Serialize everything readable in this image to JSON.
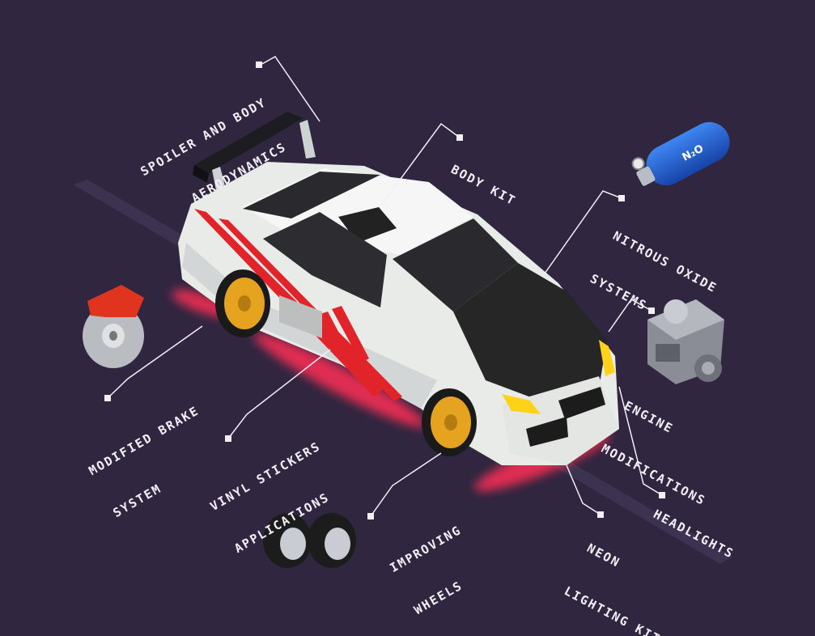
{
  "labels": {
    "spoiler": [
      "SPOILER AND BODY",
      "AERODYNAMICS"
    ],
    "body_kit": [
      "BODY KIT"
    ],
    "nitrous": [
      "NITROUS OXIDE",
      "SYSTEMS"
    ],
    "engine": [
      "ENGINE",
      "MODIFICATIONS"
    ],
    "headlights": [
      "HEADLIGHTS"
    ],
    "neon": [
      "NEON",
      "LIGHTING KIT"
    ],
    "wheels": [
      "IMPROVING",
      "WHEELS"
    ],
    "vinyl": [
      "VINYL STICKERS",
      "APPLICATIONS"
    ],
    "brake": [
      "MODIFIED BRAKE",
      "SYSTEM"
    ]
  },
  "cylinder_text": "N₂O",
  "colors": {
    "background": "#302640",
    "label_text": "#f2eff7",
    "car_body": "#e9ebe9",
    "carbon": "#262626",
    "stripe": "#e0242a",
    "rim": "#e6a31f",
    "neon": "#ff2d55",
    "headlight": "#ffd21a",
    "cylinder": "#1f5fd6",
    "brake_caliper": "#e1341f"
  }
}
